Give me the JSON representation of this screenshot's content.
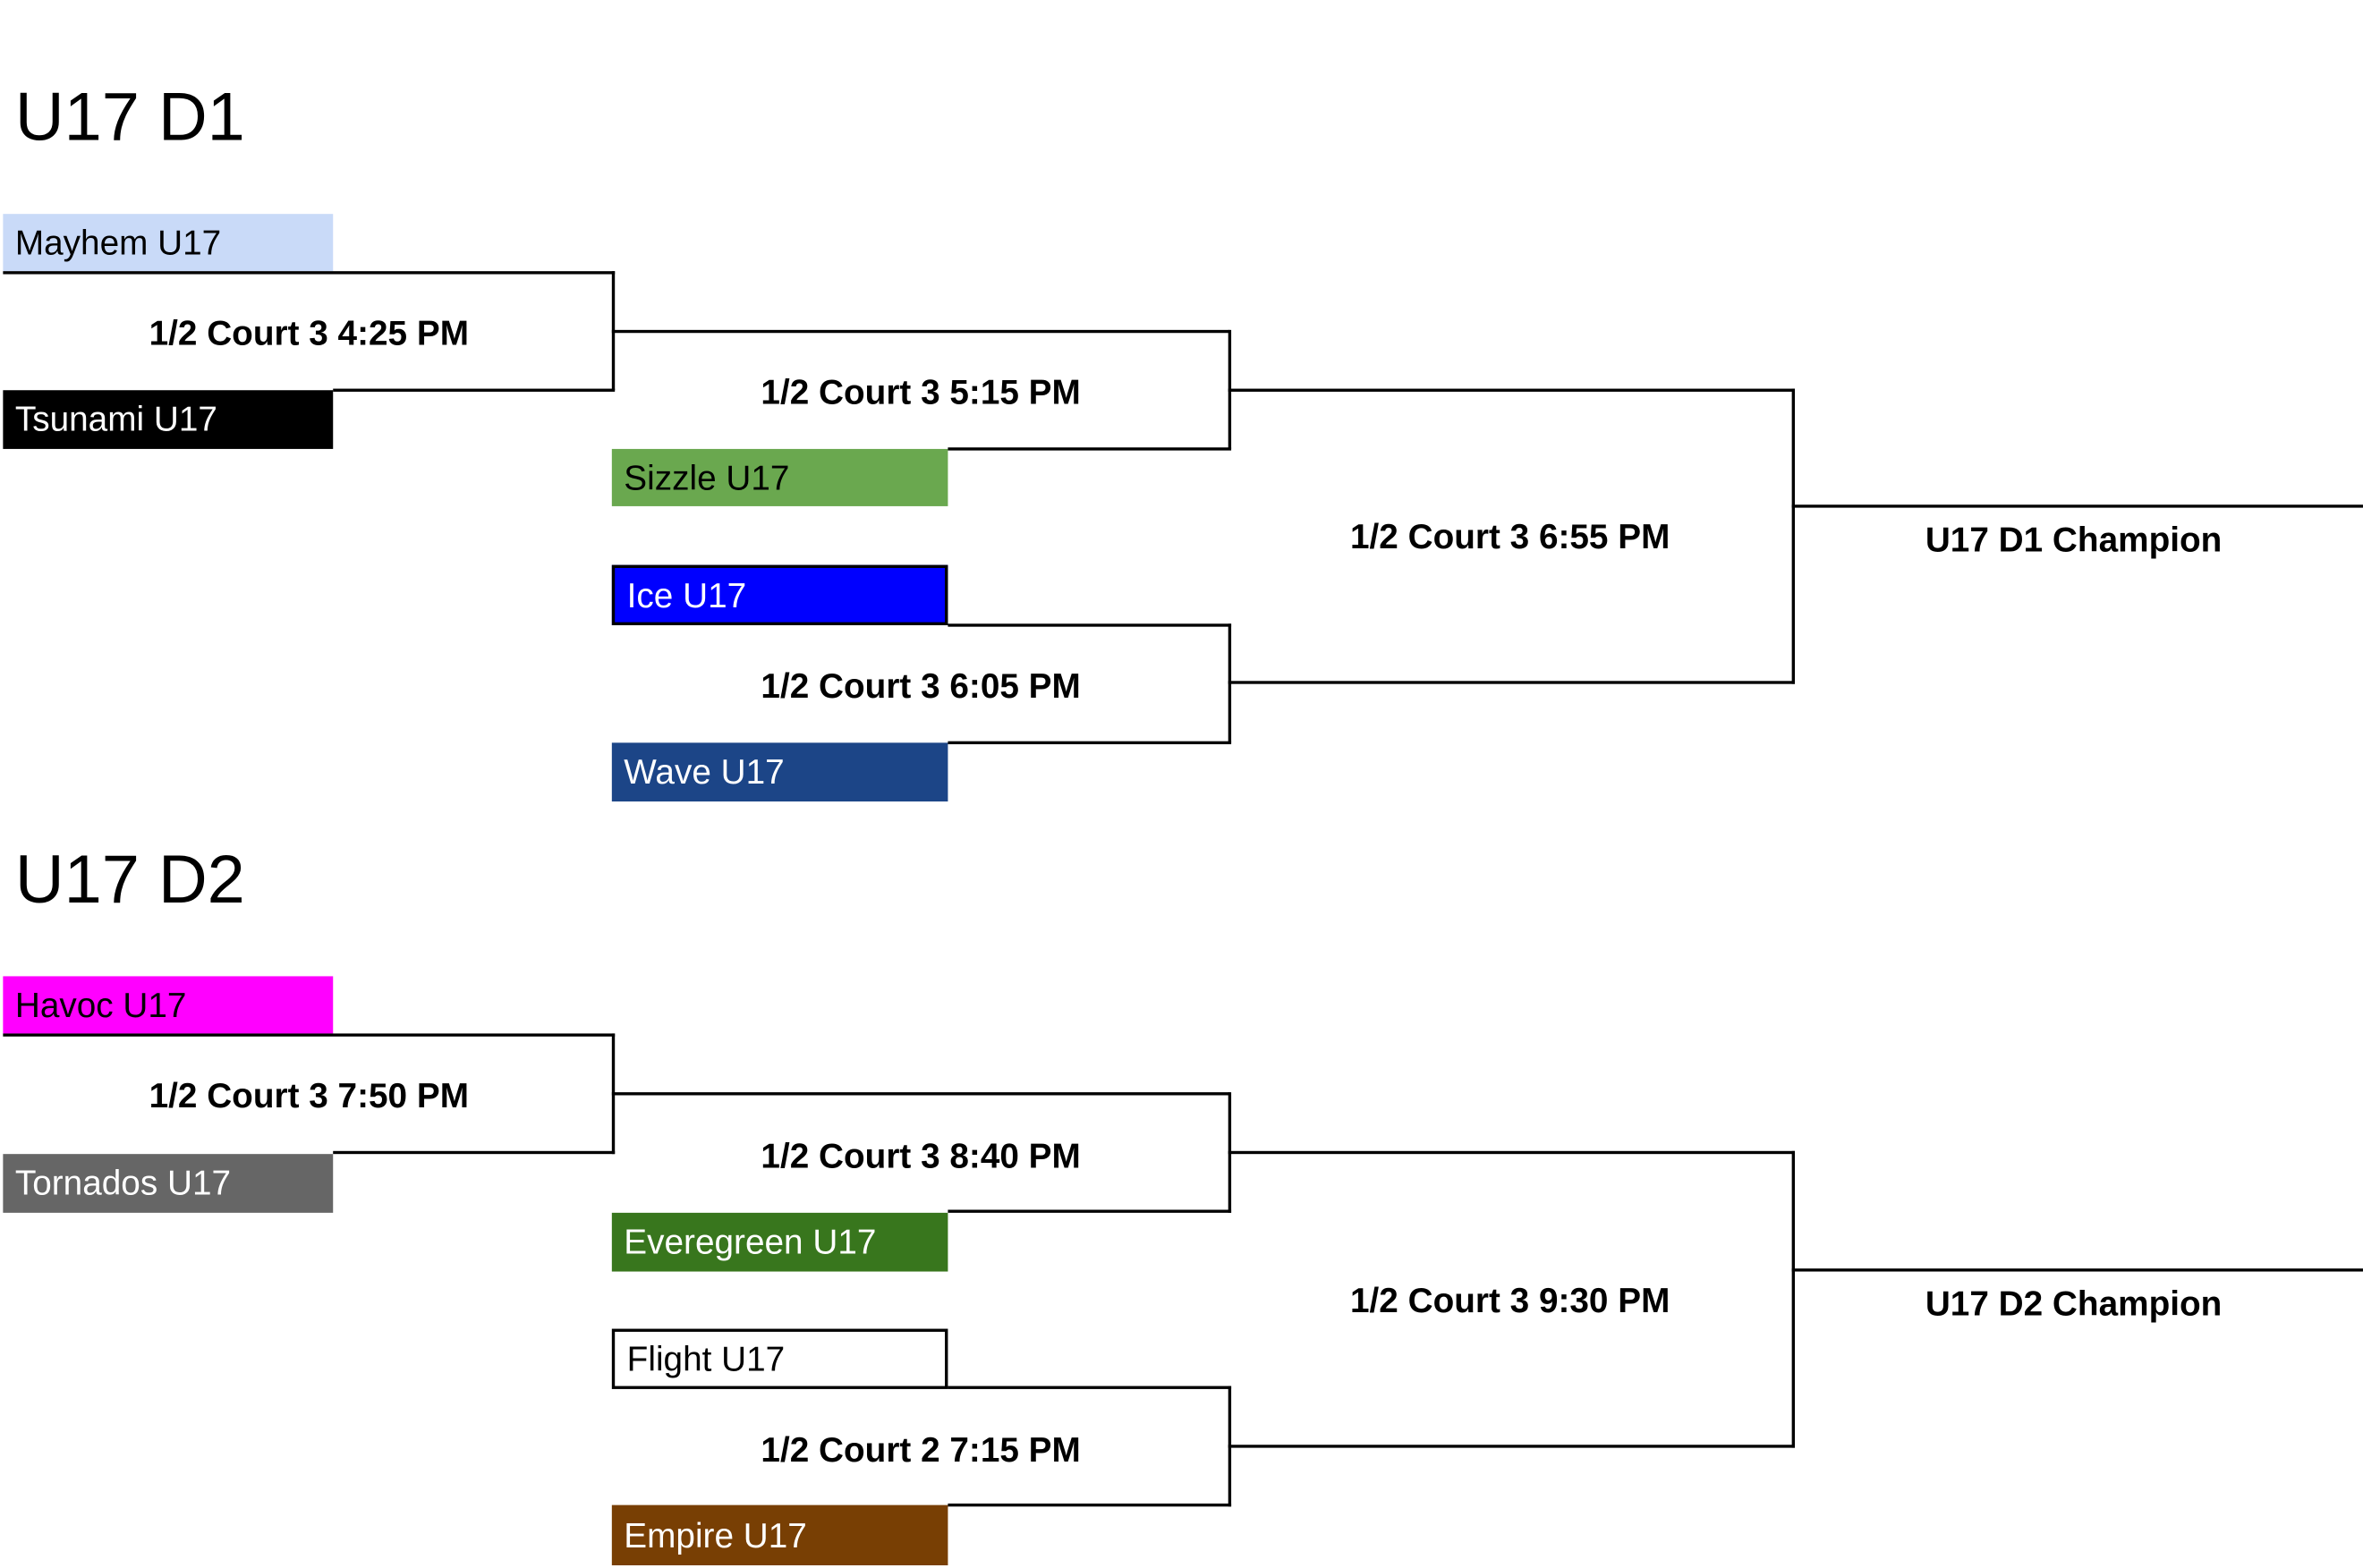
{
  "brackets": [
    {
      "title": "U17 D1",
      "teams": [
        {
          "name": "Mayhem U17",
          "bg": "#c9daf8",
          "fg": "#000000",
          "border": "none"
        },
        {
          "name": "Tsunami U17",
          "bg": "#000000",
          "fg": "#ffffff",
          "border": "none"
        },
        {
          "name": "Sizzle U17",
          "bg": "#6aa84f",
          "fg": "#000000",
          "border": "none"
        },
        {
          "name": "Ice U17",
          "bg": "#0000ff",
          "fg": "#ffffff",
          "border": "#000000"
        },
        {
          "name": "Wave U17",
          "bg": "#1c4587",
          "fg": "#ffffff",
          "border": "none"
        }
      ],
      "matches": [
        "1/2 Court 3 4:25 PM",
        "1/2 Court 3 5:15 PM",
        "1/2 Court 3 6:05 PM",
        "1/2 Court 3 6:55 PM"
      ],
      "champion": "U17 D1 Champion"
    },
    {
      "title": "U17 D2",
      "teams": [
        {
          "name": "Havoc U17",
          "bg": "#ff00ff",
          "fg": "#000000",
          "border": "none"
        },
        {
          "name": "Tornados U17",
          "bg": "#666666",
          "fg": "#ffffff",
          "border": "none"
        },
        {
          "name": "Everegreen U17",
          "bg": "#38761d",
          "fg": "#ffffff",
          "border": "none"
        },
        {
          "name": "Flight U17",
          "bg": "#ffffff",
          "fg": "#000000",
          "border": "#000000"
        },
        {
          "name": "Empire U17",
          "bg": "#783f04",
          "fg": "#ffffff",
          "border": "none"
        }
      ],
      "matches": [
        "1/2 Court 3 7:50 PM",
        "1/2 Court 3 8:40 PM",
        "1/2 Court 2 7:15 PM",
        "1/2 Court 3 9:30 PM"
      ],
      "champion": "U17 D2 Champion"
    }
  ]
}
